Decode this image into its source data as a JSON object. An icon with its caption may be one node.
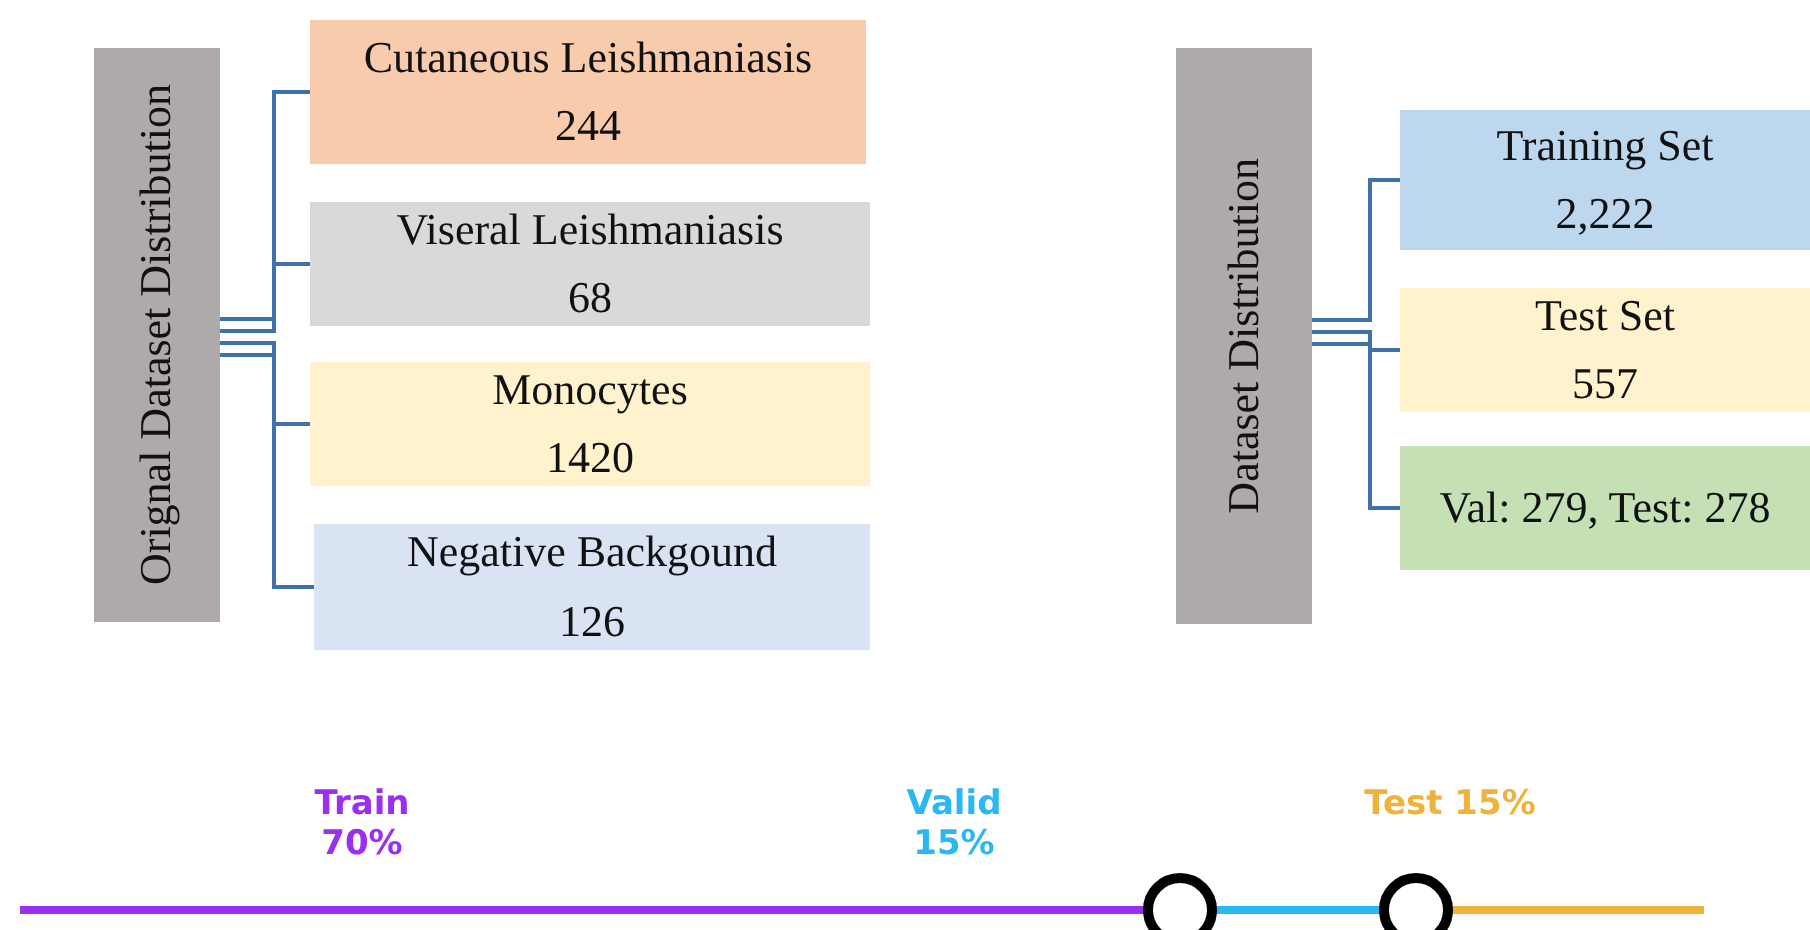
{
  "diagram": {
    "nodes": [
      {
        "text": [
          "Orignal Dataset Distribution"
        ]
      },
      {
        "text": [
          "Cutaneous Leishmaniasis",
          "244"
        ]
      },
      {
        "text": [
          "Viseral Leishmaniasis",
          "68"
        ]
      },
      {
        "text": [
          "Monocytes",
          "1420"
        ]
      },
      {
        "text": [
          "Negative Backgound",
          "126"
        ]
      },
      {
        "text": [
          "Dataset Distribution"
        ]
      },
      {
        "text": [
          "Training Set",
          "2,222"
        ]
      },
      {
        "text": [
          "Test Set",
          "557"
        ]
      },
      {
        "text": [
          "Val: 279, Test: 278"
        ]
      }
    ],
    "edges": [
      {
        "from": 0,
        "to": 1,
        "arrow": "none"
      },
      {
        "from": 0,
        "to": 2,
        "arrow": "none"
      },
      {
        "from": 0,
        "to": 3,
        "arrow": "none"
      },
      {
        "from": 0,
        "to": 4,
        "arrow": "none"
      },
      {
        "from": 5,
        "to": 6,
        "arrow": "none"
      },
      {
        "from": 5,
        "to": 7,
        "arrow": "none"
      },
      {
        "from": 5,
        "to": 8,
        "arrow": "none"
      }
    ],
    "labels": [
      "Train 70%",
      "Valid 15%",
      "Test 15%"
    ]
  }
}
